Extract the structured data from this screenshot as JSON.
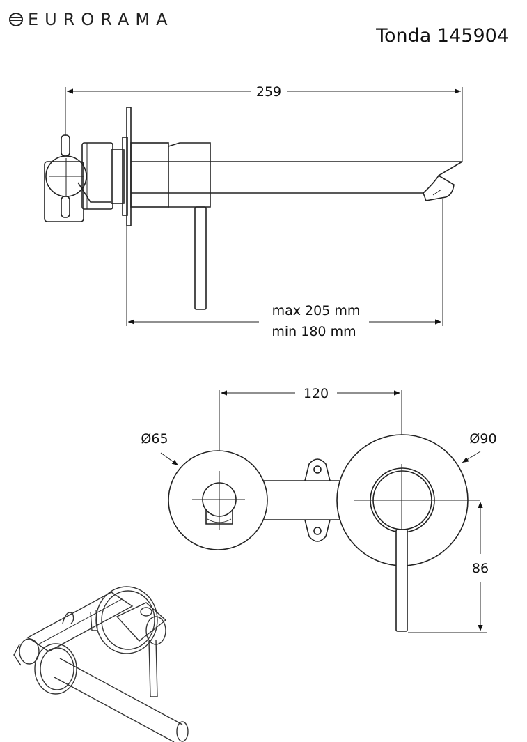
{
  "brand": {
    "name": "EURORAMA"
  },
  "product": {
    "title": "Tonda 145904"
  },
  "side_view": {
    "overall_length": "259",
    "projection_max": "max 205 mm",
    "projection_min": "min 180 mm"
  },
  "front_view": {
    "centre_distance": "120",
    "diameter_small": "Ø65",
    "diameter_large": "Ø90",
    "lever_height": "86"
  }
}
